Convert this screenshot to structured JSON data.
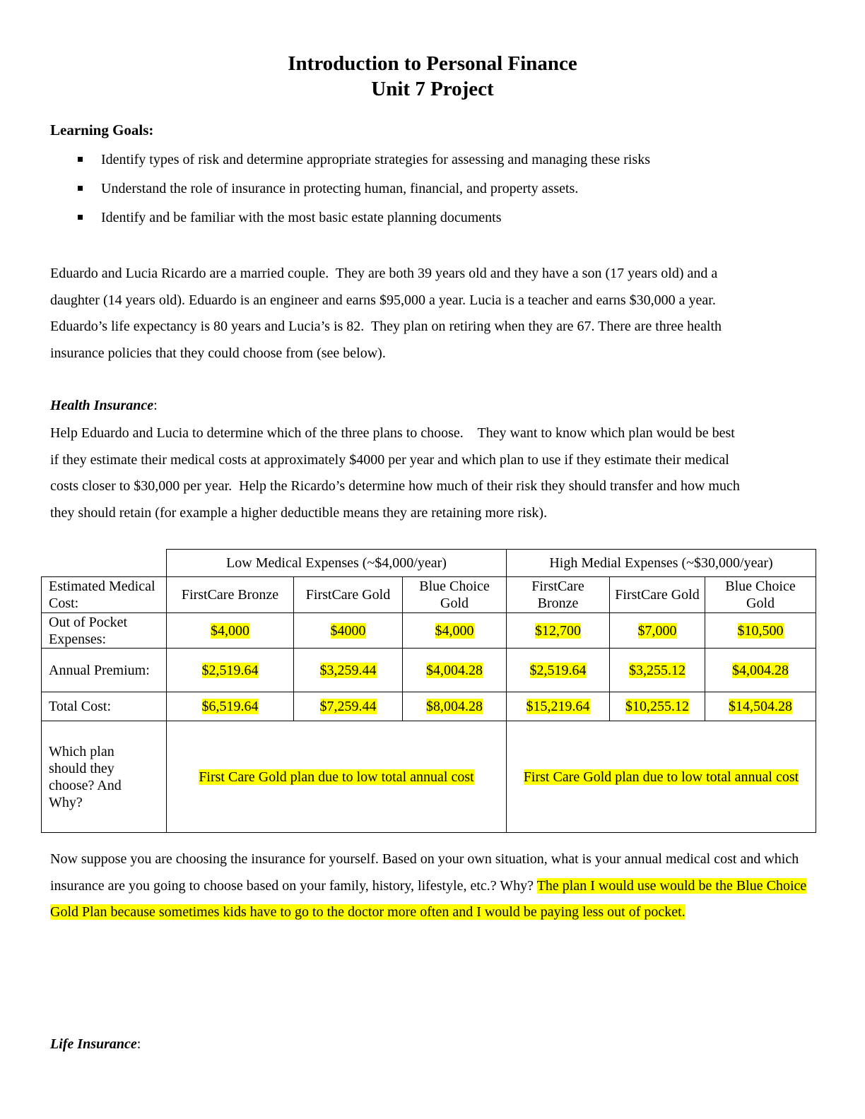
{
  "title": {
    "line1": "Introduction to Personal Finance",
    "line2": "Unit 7 Project"
  },
  "learning_goals": {
    "heading": "Learning Goals:",
    "items": [
      "Identify types of risk and determine appropriate strategies for assessing and managing these risks",
      "Understand the role of insurance in protecting human, financial, and property assets.",
      "Identify and be familiar with the most basic estate planning documents"
    ]
  },
  "intro": [
    "Eduardo and Lucia Ricardo are a married couple.  They are both 39 years old and they have a son (17 years old) and a",
    "daughter (14 years old). Eduardo is an engineer and earns $95,000 a year. Lucia is a teacher and earns $30,000 a year.",
    "Eduardo’s life expectancy is 80 years and Lucia’s is 82.  They plan on retiring when they are 67. There are three health",
    "insurance policies that they could choose from (see below)."
  ],
  "health": {
    "heading": "Health Insurance",
    "colon": ":",
    "text": [
      "Help Eduardo and Lucia to determine which of the three plans to choose.    They want to know which plan would be best",
      "if they estimate their medical costs at approximately $4000 per year and which plan to use if they estimate their medical",
      "costs closer to $30,000 per year.  Help the Ricardo’s determine how much of their risk they should transfer and how much",
      "they should retain (for example a higher deductible means they are retaining more risk)."
    ]
  },
  "table": {
    "groups": [
      "Low Medical Expenses (~$4,000/year)",
      "High Medial Expenses (~$30,000/year)"
    ],
    "row_labels": {
      "plan": "Estimated Medical Cost:",
      "oop": "Out of Pocket Expenses:",
      "premium": "Annual Premium:",
      "total": "Total Cost:",
      "choice": "Which plan should they choose? And Why?"
    },
    "plans": [
      "FirstCare Bronze",
      "FirstCare Gold",
      "Blue Choice Gold",
      "FirstCare Bronze",
      "FirstCare Gold",
      "Blue Choice Gold"
    ],
    "oop": [
      "$4,000",
      "$4000",
      "$4,000",
      "$12,700",
      "$7,000",
      "$10,500"
    ],
    "premium": [
      "$2,519.64",
      "$3,259.44",
      "$4,004.28",
      "$2,519.64",
      "$3,255.12",
      "$4,004.28"
    ],
    "total": [
      "$6,519.64",
      "$7,259.44",
      "$8,004.28",
      "$15,219.64",
      "$10,255.12",
      "$14,504.28"
    ],
    "choice": [
      "First Care Gold plan due to low total annual cost",
      "First Care Gold plan due to low total annual cost"
    ]
  },
  "own": {
    "question": "Now suppose you are choosing the insurance for yourself. Based on your own situation, what is your annual medical cost and which insurance are you going to choose based on your family, history, lifestyle, etc.?  Why? ",
    "answer": "The plan I would use would be the Blue Choice Gold Plan because sometimes kids have to go to the doctor more often and I would be paying less out of pocket."
  },
  "life": {
    "heading": "Life Insurance",
    "colon": ":"
  }
}
